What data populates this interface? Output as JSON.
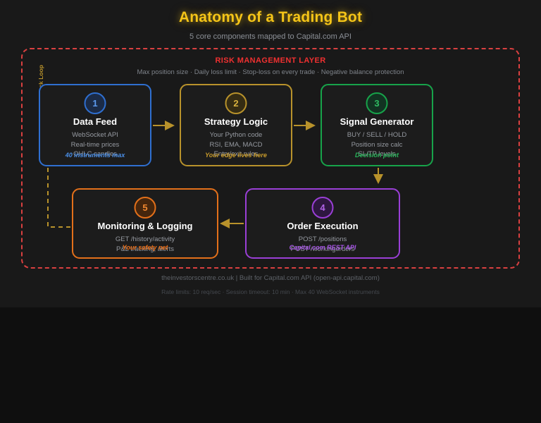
{
  "header": {
    "title": "Anatomy of a Trading Bot",
    "subtitle": "5 core components mapped to Capital.com API"
  },
  "risk_layer": {
    "title": "RISK MANAGEMENT LAYER",
    "subtitle": "Max position size · Daily loss limit · Stop-loss on every trade · Negative balance protection",
    "border_color": "#d94040"
  },
  "feedback_loop": {
    "label": "Feedback Loop",
    "color": "#b8922b"
  },
  "nodes": [
    {
      "number": "1",
      "title": "Data Feed",
      "lines": [
        "WebSocket API",
        "Real-time prices",
        "OHLC candles"
      ],
      "tag": "40 instruments max",
      "color": "#2f6fd0"
    },
    {
      "number": "2",
      "title": "Strategy Logic",
      "lines": [
        "Your Python code",
        "RSI, EMA, MACD",
        "Entry/exit rules"
      ],
      "tag": "Your edge lives here",
      "color": "#b8922b"
    },
    {
      "number": "3",
      "title": "Signal Generator",
      "lines": [
        "BUY / SELL / HOLD",
        "Position size calc",
        "SL/TP levels"
      ],
      "tag": "Decision point",
      "color": "#17a34a"
    },
    {
      "number": "4",
      "title": "Order Execution",
      "lines": [
        "POST /positions",
        "POST /workingorders"
      ],
      "tag": "Capital.com REST API",
      "color": "#9a3fd6"
    },
    {
      "number": "5",
      "title": "Monitoring & Logging",
      "lines": [
        "GET /history/activity",
        "P&L tracking, alerts"
      ],
      "tag": "Your safety net",
      "color": "#e3701a"
    }
  ],
  "footer": {
    "main": "theinvestorscentre.co.uk | Built for Capital.com API (open-api.capital.com)",
    "sub": "Rate limits: 10 req/sec · Session timeout: 10 min · Max 40 WebSocket instruments"
  }
}
